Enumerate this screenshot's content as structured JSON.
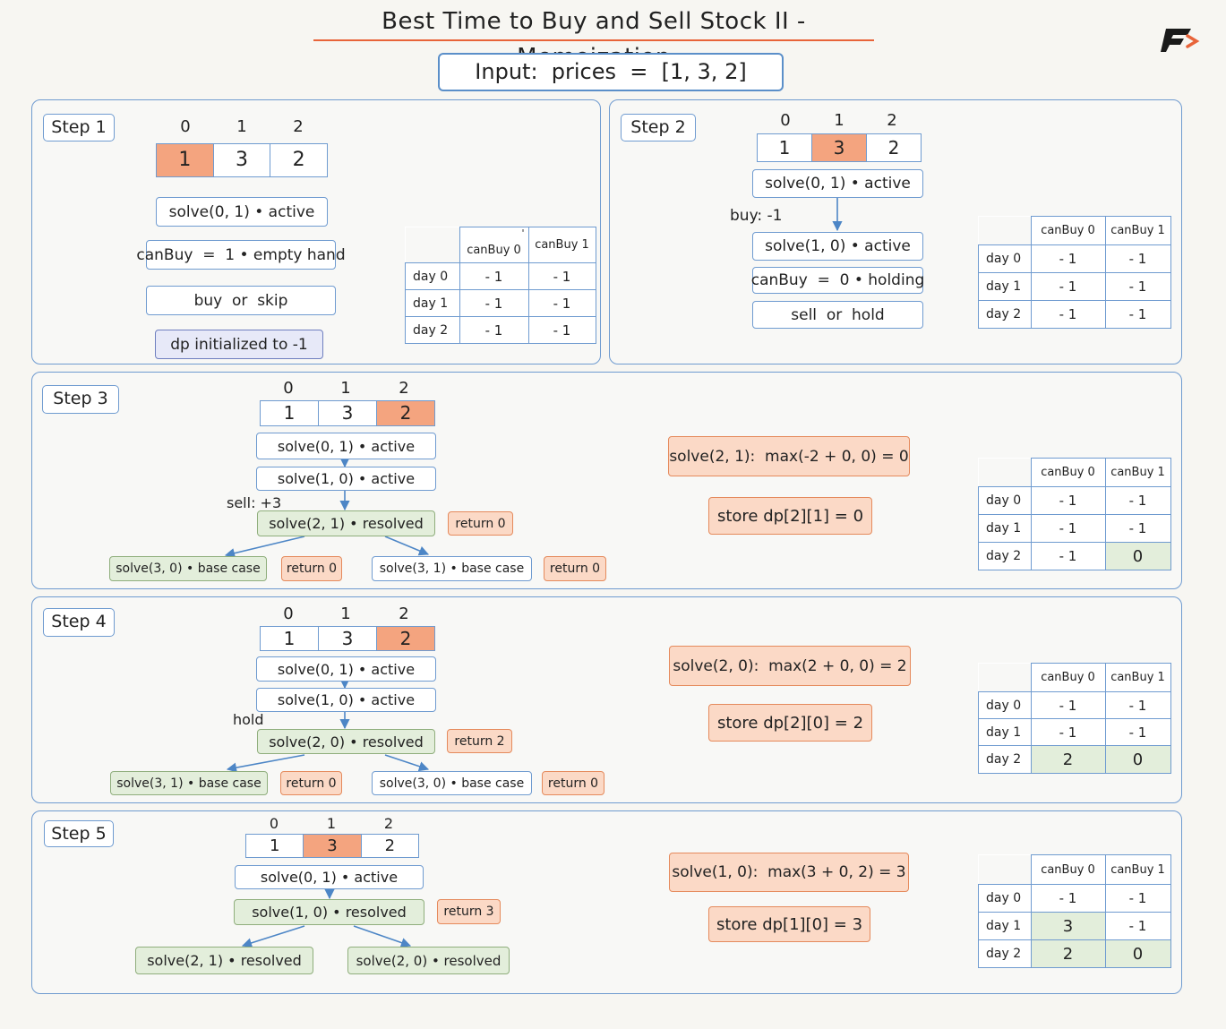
{
  "title": "Best Time to Buy and Sell Stock II - Memoization",
  "input": "Input:  prices  =  [1, 3, 2]",
  "array": {
    "indices": [
      "0",
      "1",
      "2"
    ],
    "values": [
      "1",
      "3",
      "2"
    ]
  },
  "table": {
    "col_headers": [
      "canBuy 0",
      "canBuy 1"
    ],
    "row_labels": [
      "day 0",
      "day 1",
      "day 2"
    ]
  },
  "colors": {
    "accent": "#e8643a",
    "blue": "#6f9bd0",
    "highlight": "#f4a47f",
    "green": "#e3eedb",
    "orange_box": "#fbd9c6"
  },
  "steps": [
    {
      "label": "Step 1",
      "highlight_index": 0,
      "nodes": [
        "solve(0, 1) • active",
        "canBuy  =  1 • empty hand",
        "buy  or  skip",
        "dp initialized to -1"
      ],
      "table": [
        [
          "- 1",
          "- 1"
        ],
        [
          "- 1",
          "- 1"
        ],
        [
          "- 1",
          "- 1"
        ]
      ],
      "stray_mark": "'"
    },
    {
      "label": "Step 2",
      "highlight_index": 1,
      "nodes": [
        "solve(0, 1) • active",
        "solve(1, 0) • active",
        "canBuy  =  0 • holding",
        "sell  or  hold"
      ],
      "edge_label": "buy: -1",
      "table": [
        [
          "- 1",
          "- 1"
        ],
        [
          "- 1",
          "- 1"
        ],
        [
          "- 1",
          "- 1"
        ]
      ]
    },
    {
      "label": "Step 3",
      "highlight_index": 2,
      "nodes": [
        "solve(0, 1) • active",
        "solve(1, 0) • active",
        "solve(2, 1) • resolved",
        "solve(3, 0) • base case",
        "solve(3, 1) • base case"
      ],
      "edge_label": "sell: +3",
      "returns": [
        "return 0",
        "return 0",
        "return 0"
      ],
      "formula": "solve(2, 1):  max(-2 + 0, 0) = 0",
      "store": "store dp[2][1] = 0",
      "table": [
        [
          "- 1",
          "- 1"
        ],
        [
          "- 1",
          "- 1"
        ],
        [
          "- 1",
          "0"
        ]
      ]
    },
    {
      "label": "Step 4",
      "highlight_index": 2,
      "nodes": [
        "solve(0, 1) • active",
        "solve(1, 0) • active",
        "solve(2, 0) • resolved",
        "solve(3, 1) • base case",
        "solve(3, 0) • base case"
      ],
      "edge_label": "hold",
      "returns": [
        "return 2",
        "return 0",
        "return 0"
      ],
      "formula": "solve(2, 0):  max(2 + 0, 0) = 2",
      "store": "store dp[2][0] = 2",
      "table": [
        [
          "- 1",
          "- 1"
        ],
        [
          "- 1",
          "- 1"
        ],
        [
          "2",
          "0"
        ]
      ]
    },
    {
      "label": "Step 5",
      "highlight_index": 1,
      "nodes": [
        "solve(0, 1) • active",
        "solve(1, 0) • resolved",
        "solve(2, 1) • resolved",
        "solve(2, 0) • resolved"
      ],
      "returns": [
        "return 3"
      ],
      "formula": "solve(1, 0):  max(3 + 0, 2) = 3",
      "store": "store dp[1][0] = 3",
      "table": [
        [
          "- 1",
          "- 1"
        ],
        [
          "3",
          "- 1"
        ],
        [
          "2",
          "0"
        ]
      ]
    }
  ]
}
